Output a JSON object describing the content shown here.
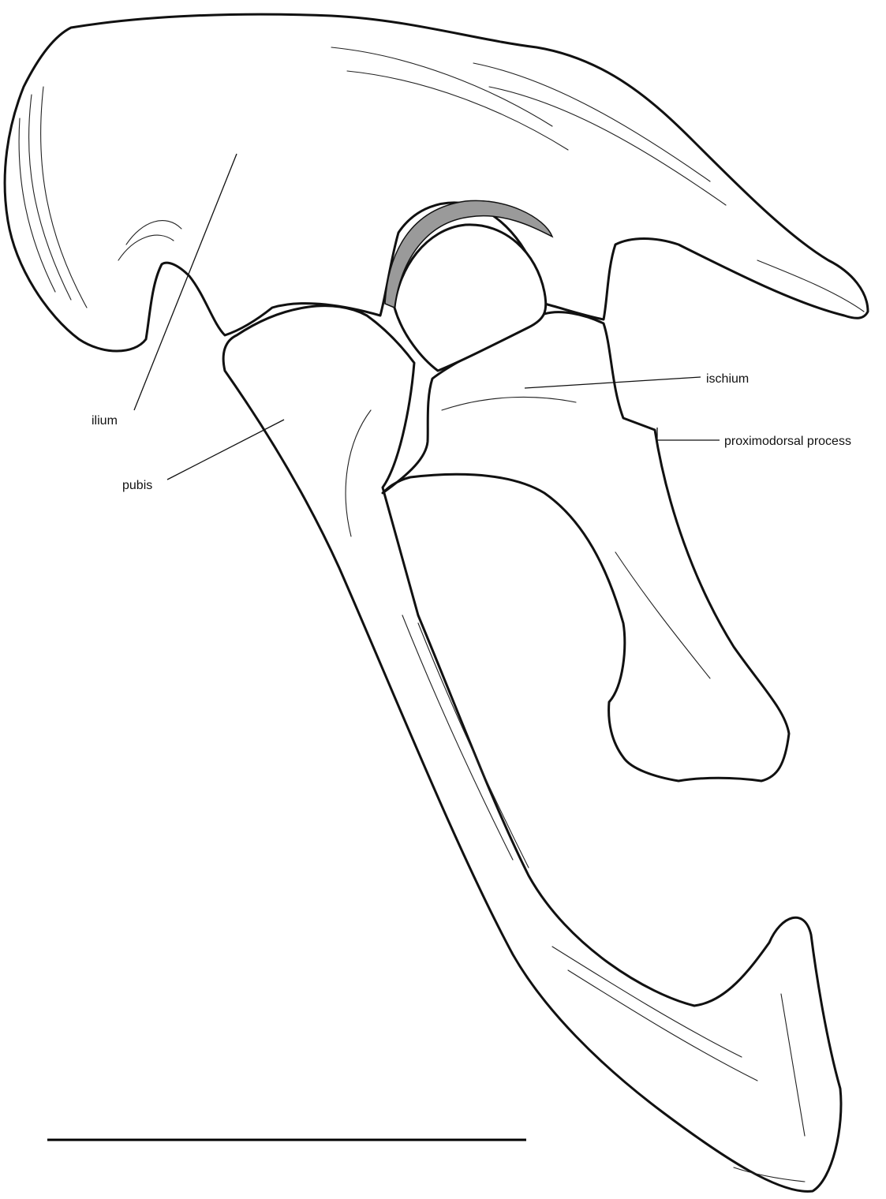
{
  "labels": {
    "ilium": "ilium",
    "pubis": "pubis",
    "ischium": "ischium",
    "proximodorsal": "proximodorsal process"
  },
  "colors": {
    "ink": "#111111",
    "paper": "#ffffff"
  }
}
